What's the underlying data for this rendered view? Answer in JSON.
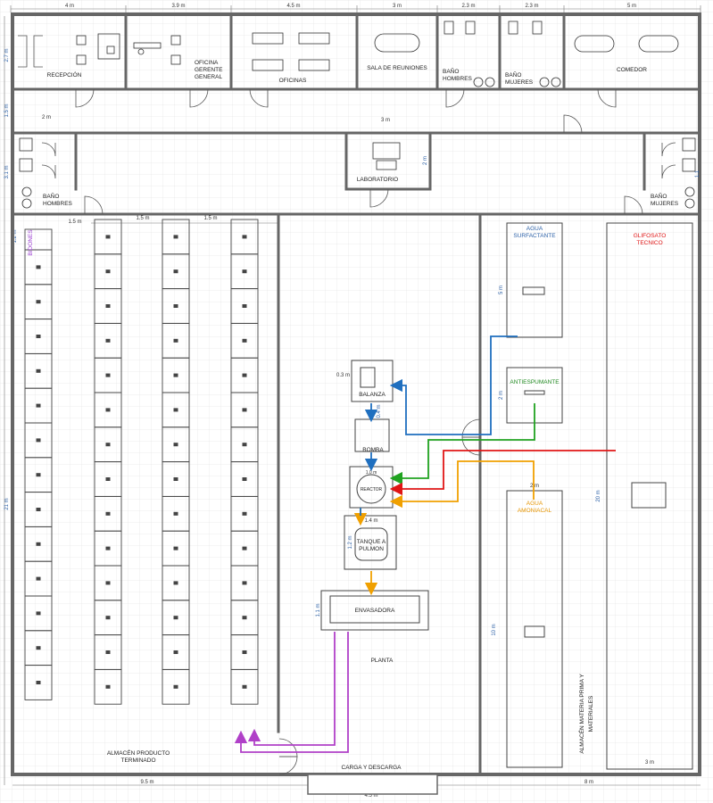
{
  "dimensions": {
    "top": [
      "4 m",
      "3.9 m",
      "4.5 m",
      "3 m",
      "2.3 m",
      "2.3 m",
      "5 m"
    ],
    "left": [
      "2.7 m",
      "1.5 m",
      "3.1 m",
      "1.2 m",
      "21 m"
    ],
    "bottom": [
      "9.5 m",
      "4.5 m",
      "8 m"
    ],
    "corridor": "2 m",
    "lab_width": "3 m",
    "lab_side": "2 m",
    "aisles": [
      "1.5 m",
      "1.5 m",
      "1.5 m"
    ],
    "agua_surfactante_h": "5 m",
    "antiespumante_h": "2 m",
    "agua_amoniacal_w": "2 m",
    "agua_amoniacal_h": "10 m",
    "glifosato_h": "20 m",
    "glifosato_w": "3 m",
    "balanza_w": "0.3 m",
    "balanza_h": "0.4 m",
    "reactor_w": "1.0 m",
    "tanque_w": "1.4 m",
    "tanque_h": "1.2 m",
    "envasadora_h": "1.1 m",
    "right_small": "1.1"
  },
  "rooms": {
    "recepcion": "RECEPCIÓN",
    "oficina_gerente": [
      "OFICINA",
      "GERENTE",
      "GENERAL"
    ],
    "oficinas": "OFICINAS",
    "sala_reuniones": "SALA DE REUNIONES",
    "bano_hombres_top": [
      "BAÑO",
      "HOMBRES"
    ],
    "bano_mujeres_top": [
      "BAÑO",
      "MUJERES"
    ],
    "comedor": "COMEDOR",
    "laboratorio": "LABORATORIO",
    "bano_hombres_left": [
      "BAÑO",
      "HOMBRES"
    ],
    "bano_mujeres_right": [
      "BAÑO",
      "MUJERES"
    ],
    "bidones": "BIDONES",
    "almacen_producto": [
      "ALMACÉN PRODUCTO",
      "TERMINADO"
    ],
    "planta": "PLANTA",
    "carga_descarga": "CARGA Y DESCARGA",
    "almacen_materia": [
      "ALMACÉN MATERIA PRIMA Y",
      "MATERIALES"
    ]
  },
  "equipment": {
    "balanza": "BALANZA",
    "bomba": "BOMBA",
    "reactor": "REACTOR",
    "tanque": [
      "TANQUE A",
      "PULMON"
    ],
    "envasadora": "ENVASADORA"
  },
  "tanks": {
    "agua_surfactante": [
      "AGUA",
      "SURFACTANTE"
    ],
    "antiespumante": "ANTIESPUMANTE",
    "agua_amoniacal": [
      "AGUA",
      "AMONIACAL"
    ],
    "glifosato": [
      "GLIFOSATO",
      "TECNICO"
    ]
  },
  "colors": {
    "wall": "#666666",
    "grid": "#e6e6e6",
    "blue": "#1f6fbf",
    "green": "#21a321",
    "red": "#e01515",
    "orange": "#f0a000",
    "purple": "#b040c8",
    "surfactante_text": "#2a5fa6",
    "antiespumante_text": "#228b22",
    "amoniacal_text": "#e59400",
    "glifosato_text": "#e01515",
    "bidones_text": "#9b3fd0"
  }
}
